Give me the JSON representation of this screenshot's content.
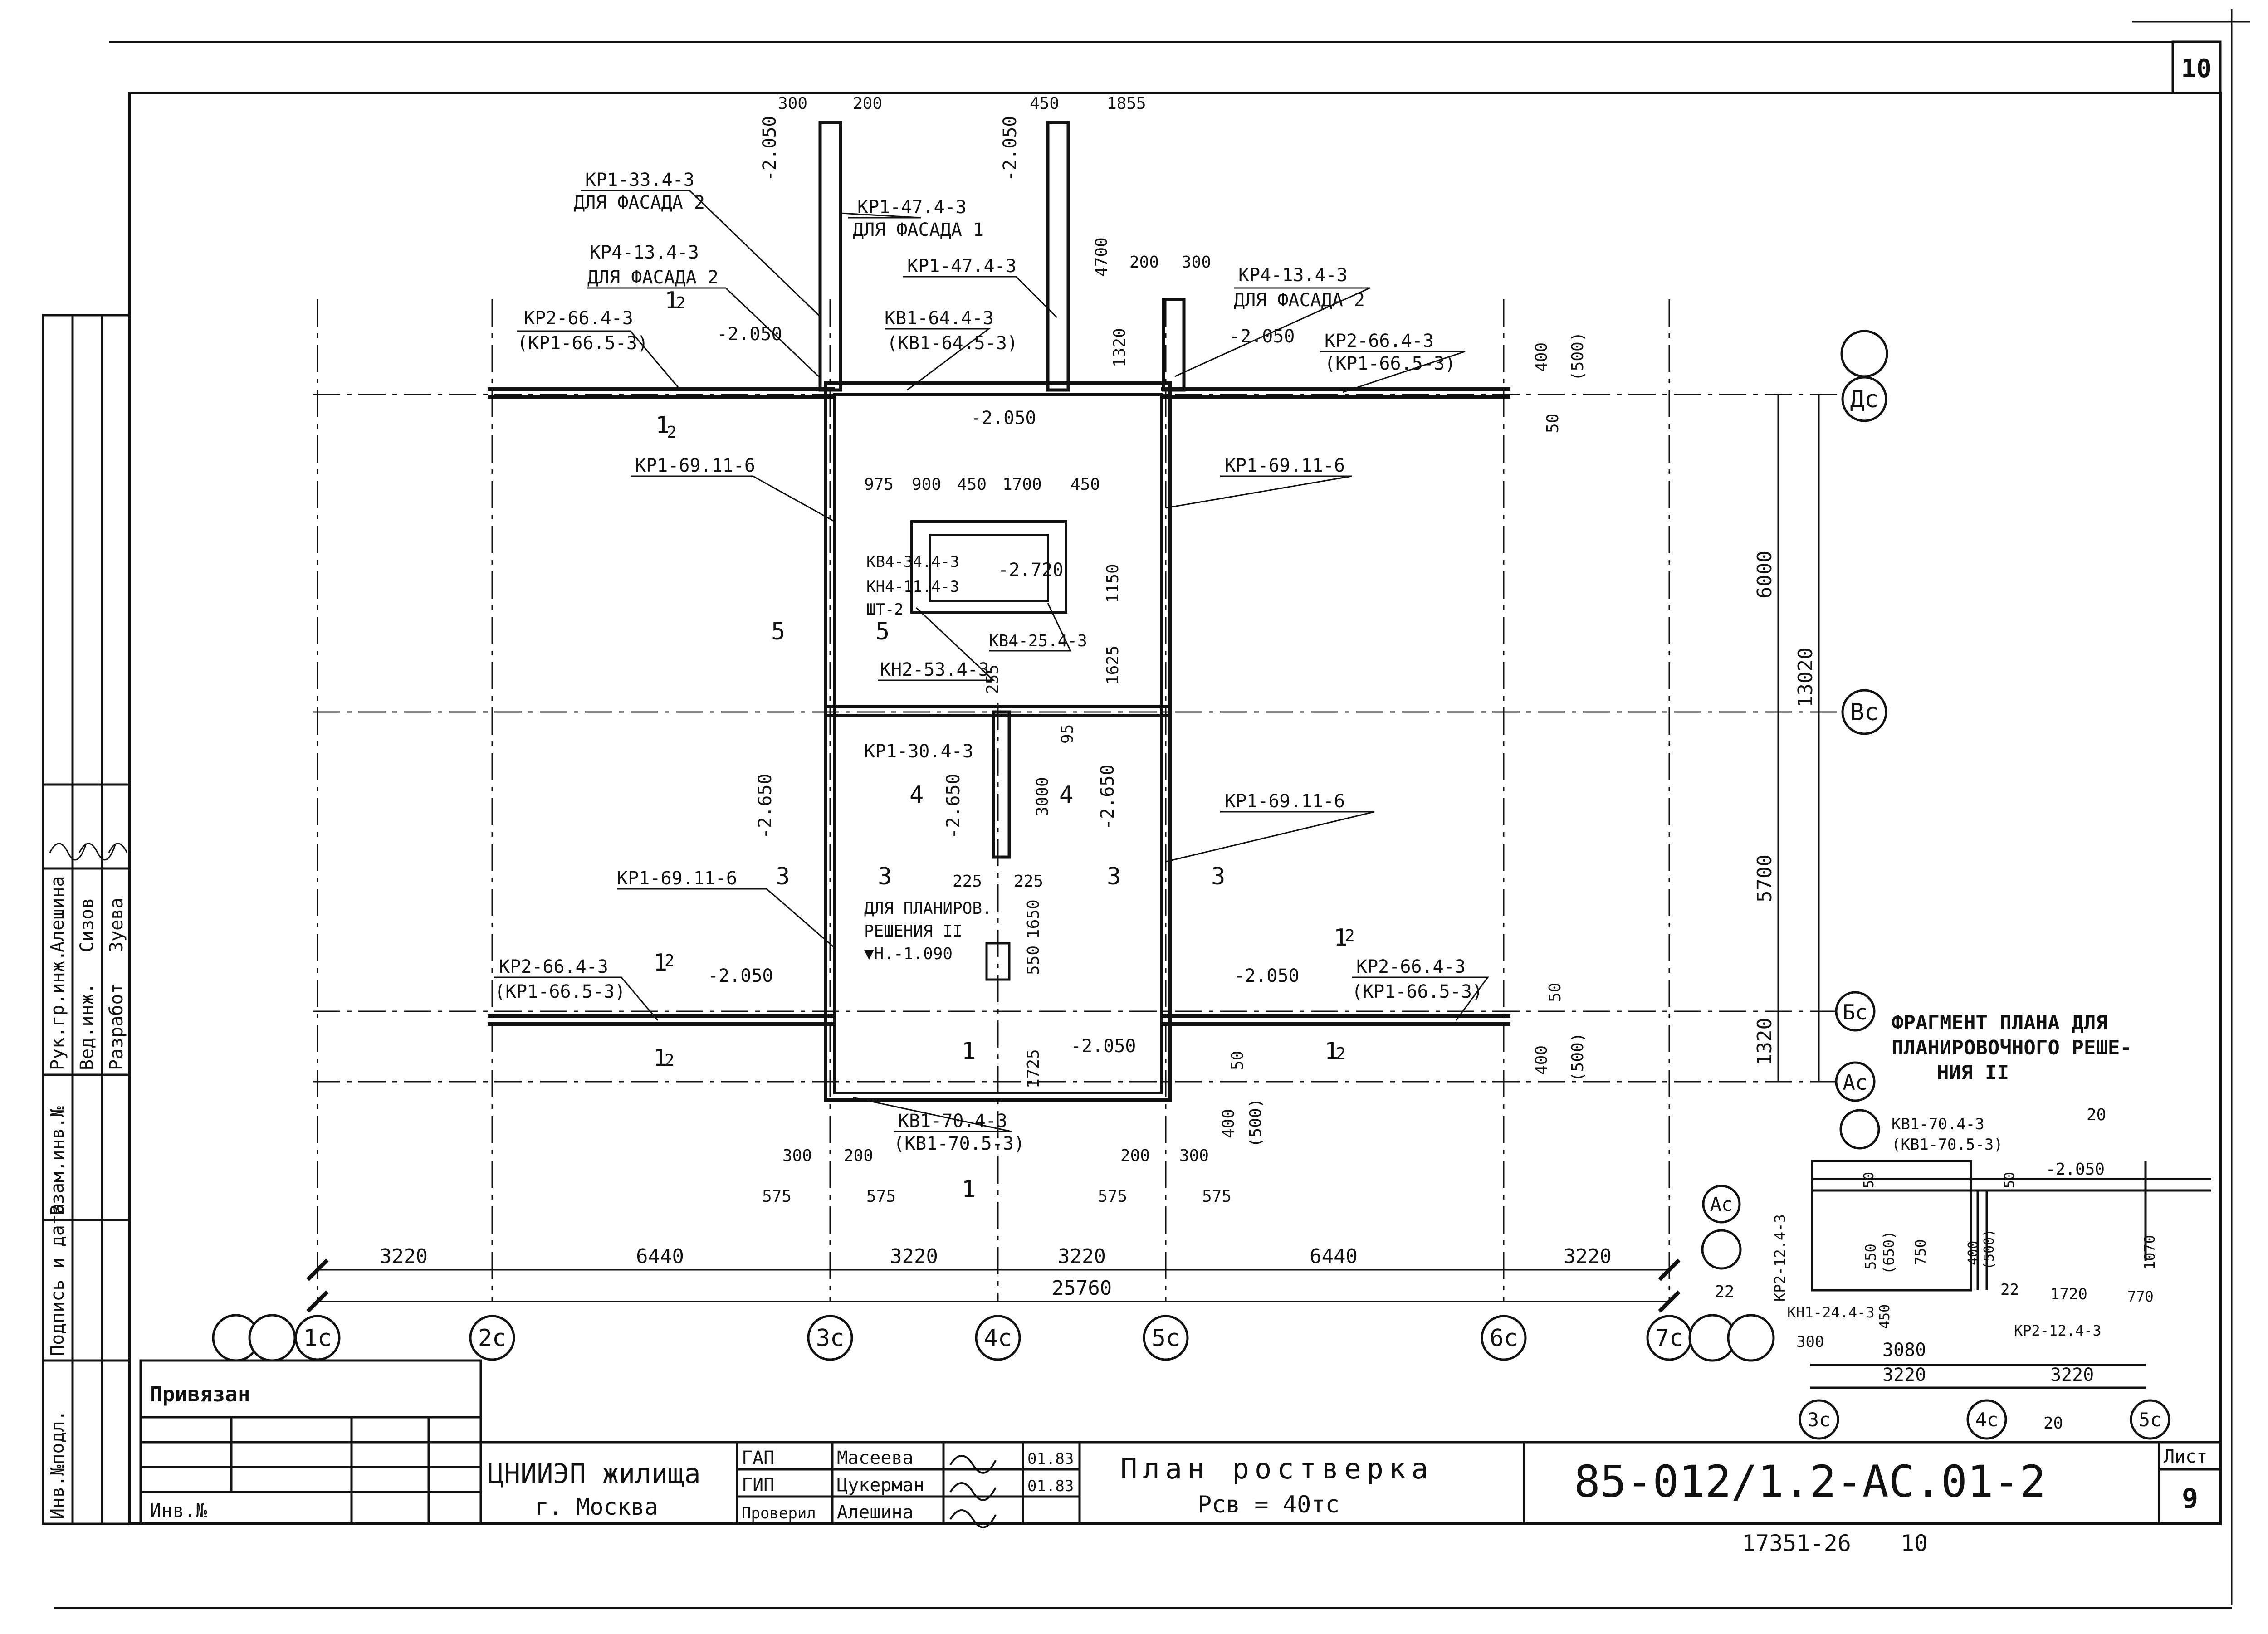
{
  "sheet_number_top": "10",
  "stamp_labels": {
    "rows": [
      "Рук.гр.инж.",
      "Вед.инж.",
      "Разработ"
    ],
    "names": [
      "Алешина",
      "Сизов",
      "Зуева"
    ],
    "side": [
      "Инв.№подл.",
      "Подпись и дата",
      "Взам.инв.№"
    ]
  },
  "approvals": {
    "title": "Привязан",
    "inv_label": "Инв.№"
  },
  "title_block": {
    "org": "ЦНИИЭП жилища",
    "city": "г. Москва",
    "roles": [
      "ГАП",
      "ГИП",
      "Проверил"
    ],
    "people": [
      "Масеева",
      "Цукерман",
      "Алешина"
    ],
    "dates": [
      "01.83",
      "01.83"
    ],
    "drawing_title": "План ростверка",
    "drawing_subtitle": "Рсв = 40тс",
    "code": "85-012/1.2-АС.01-2",
    "sheet_label": "Лист",
    "sheet_number": "9",
    "archive": "17351-26",
    "archive_page": "10"
  },
  "axes_bottom": [
    "1с",
    "2с",
    "3с",
    "4с",
    "5с",
    "6с",
    "7с"
  ],
  "axes_right": [
    "Дс",
    "Вс",
    "Бс",
    "Ас"
  ],
  "dim_bottom": [
    "3220",
    "6440",
    "3220",
    "3220",
    "6440",
    "3220"
  ],
  "dim_total": "25760",
  "dim_right": [
    "6000",
    "5700",
    "1320"
  ],
  "dim_right_total": "13020",
  "labels": {
    "kr1_33": "КР1-33.4-3",
    "for_facade2_a": "ДЛЯ ФАСАДА 2",
    "kr4_13_a": "КР4-13.4-3",
    "for_facade2_b": "ДЛЯ ФАСАДА 2",
    "kr2_66_tl": "КР2-66.4-3",
    "kr1_66_tl": "(КР1-66.5-3)",
    "kr1_47_a": "КР1-47.4-3",
    "for_facade1": "ДЛЯ ФАСАДА 1",
    "kr1_47_b": "КР1-47.4-3",
    "kb1_64": "КВ1-64.4-3",
    "kb1_64b": "(КВ1-64.5-3)",
    "kr4_13_b": "КР4-13.4-3",
    "for_facade2_c": "ДЛЯ ФАСАДА 2",
    "kr2_66_tr": "КР2-66.4-3",
    "kr1_66_tr": "(КР1-66.5-3)",
    "kr1_69_l1": "КР1-69.11-6",
    "kr1_69_r1": "КР1-69.11-6",
    "kr1_69_r2": "КР1-69.11-6",
    "kr1_69_l2": "КР1-69.11-6",
    "kb4_34": "КВ4-34.4-3",
    "kn4_11": "КН4-11.4-3",
    "sht2": "ШТ-2",
    "kb4_25": "КВ4-25.4-3",
    "kn2_53": "КН2-53.4-3",
    "kr1_30": "КР1-30.4-3",
    "for_plan": "ДЛЯ ПЛАНИРОВ.",
    "resh2": "РЕШЕНИЯ II",
    "vn": "▼Н.-1.090",
    "kr2_66_bl": "КР2-66.4-3",
    "kr1_66_bl": "(КР1-66.5-3)",
    "kr2_66_br": "КР2-66.4-3",
    "kr1_66_br": "(КР1-66.5-3)",
    "kb1_70": "КВ1-70.4-3",
    "kb1_70b": "(КВ1-70.5-3)"
  },
  "levels": {
    "m2050": "-2.050",
    "m2720": "-2.720",
    "m2650": "-2.650"
  },
  "small_dims": {
    "d300": "300",
    "d200": "200",
    "d450": "450",
    "d1855": "1855",
    "d4700": "4700",
    "d1320": "1320",
    "d400": "400",
    "d500": "(500)",
    "d50": "50",
    "d975": "975",
    "d900": "900",
    "d1700": "1700",
    "d1150": "1150",
    "d1625": "1625",
    "d255": "255",
    "d95": "95",
    "d3000": "3000",
    "d225": "225",
    "d1650": "1650",
    "d550": "550",
    "d1725": "1725",
    "d575": "575"
  },
  "marks": {
    "m1": "1",
    "m2": "2",
    "m3": "3",
    "m4": "4",
    "m5": "5",
    "m20": "20",
    "m22": "22"
  },
  "fragment": {
    "title": [
      "ФРАГМЕНТ ПЛАНА ДЛЯ",
      "ПЛАНИРОВОЧНОГО РЕШЕ-",
      "НИЯ II"
    ],
    "kb1_70": "КВ1-70.4-3",
    "kb1_70b": "(КВ1-70.5-3)",
    "kr2_12_a": "КР2-12.4-3",
    "kn1_24": "КН1-24.4-3",
    "kr2_12_b": "КР2-12.4-3",
    "level": "-2.050",
    "dims": [
      "550",
      "(650)",
      "750",
      "400",
      "(500)",
      "1070",
      "1720",
      "770",
      "300",
      "3080",
      "3220",
      "3220",
      "450",
      "50",
      "50"
    ],
    "axes": [
      "Ас",
      "3с",
      "4с",
      "5с"
    ]
  }
}
